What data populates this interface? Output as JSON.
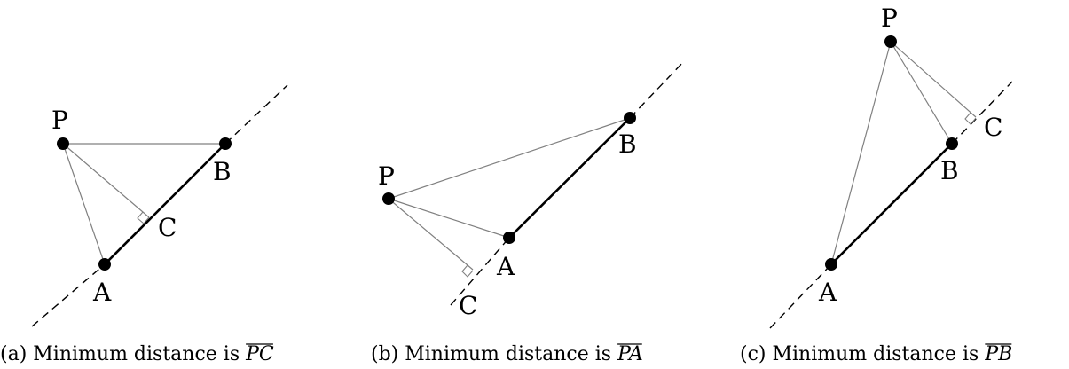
{
  "colors": {
    "segment": "#000000",
    "helper_line": "#808080",
    "dashed_line": "#000000",
    "point": "#000000"
  },
  "panels": [
    {
      "id": "a",
      "labels": {
        "P": "P",
        "A": "A",
        "B": "B",
        "C": "C"
      },
      "caption": {
        "prefix": "(a) Minimum distance is ",
        "symbol": "PC"
      }
    },
    {
      "id": "b",
      "labels": {
        "P": "P",
        "A": "A",
        "B": "B",
        "C": "C"
      },
      "caption": {
        "prefix": "(b) Minimum distance is ",
        "symbol": "PA"
      }
    },
    {
      "id": "c",
      "labels": {
        "P": "P",
        "A": "A",
        "B": "B",
        "C": "C"
      },
      "caption": {
        "prefix": "(c) Minimum distance is ",
        "symbol": "PB"
      }
    }
  ]
}
